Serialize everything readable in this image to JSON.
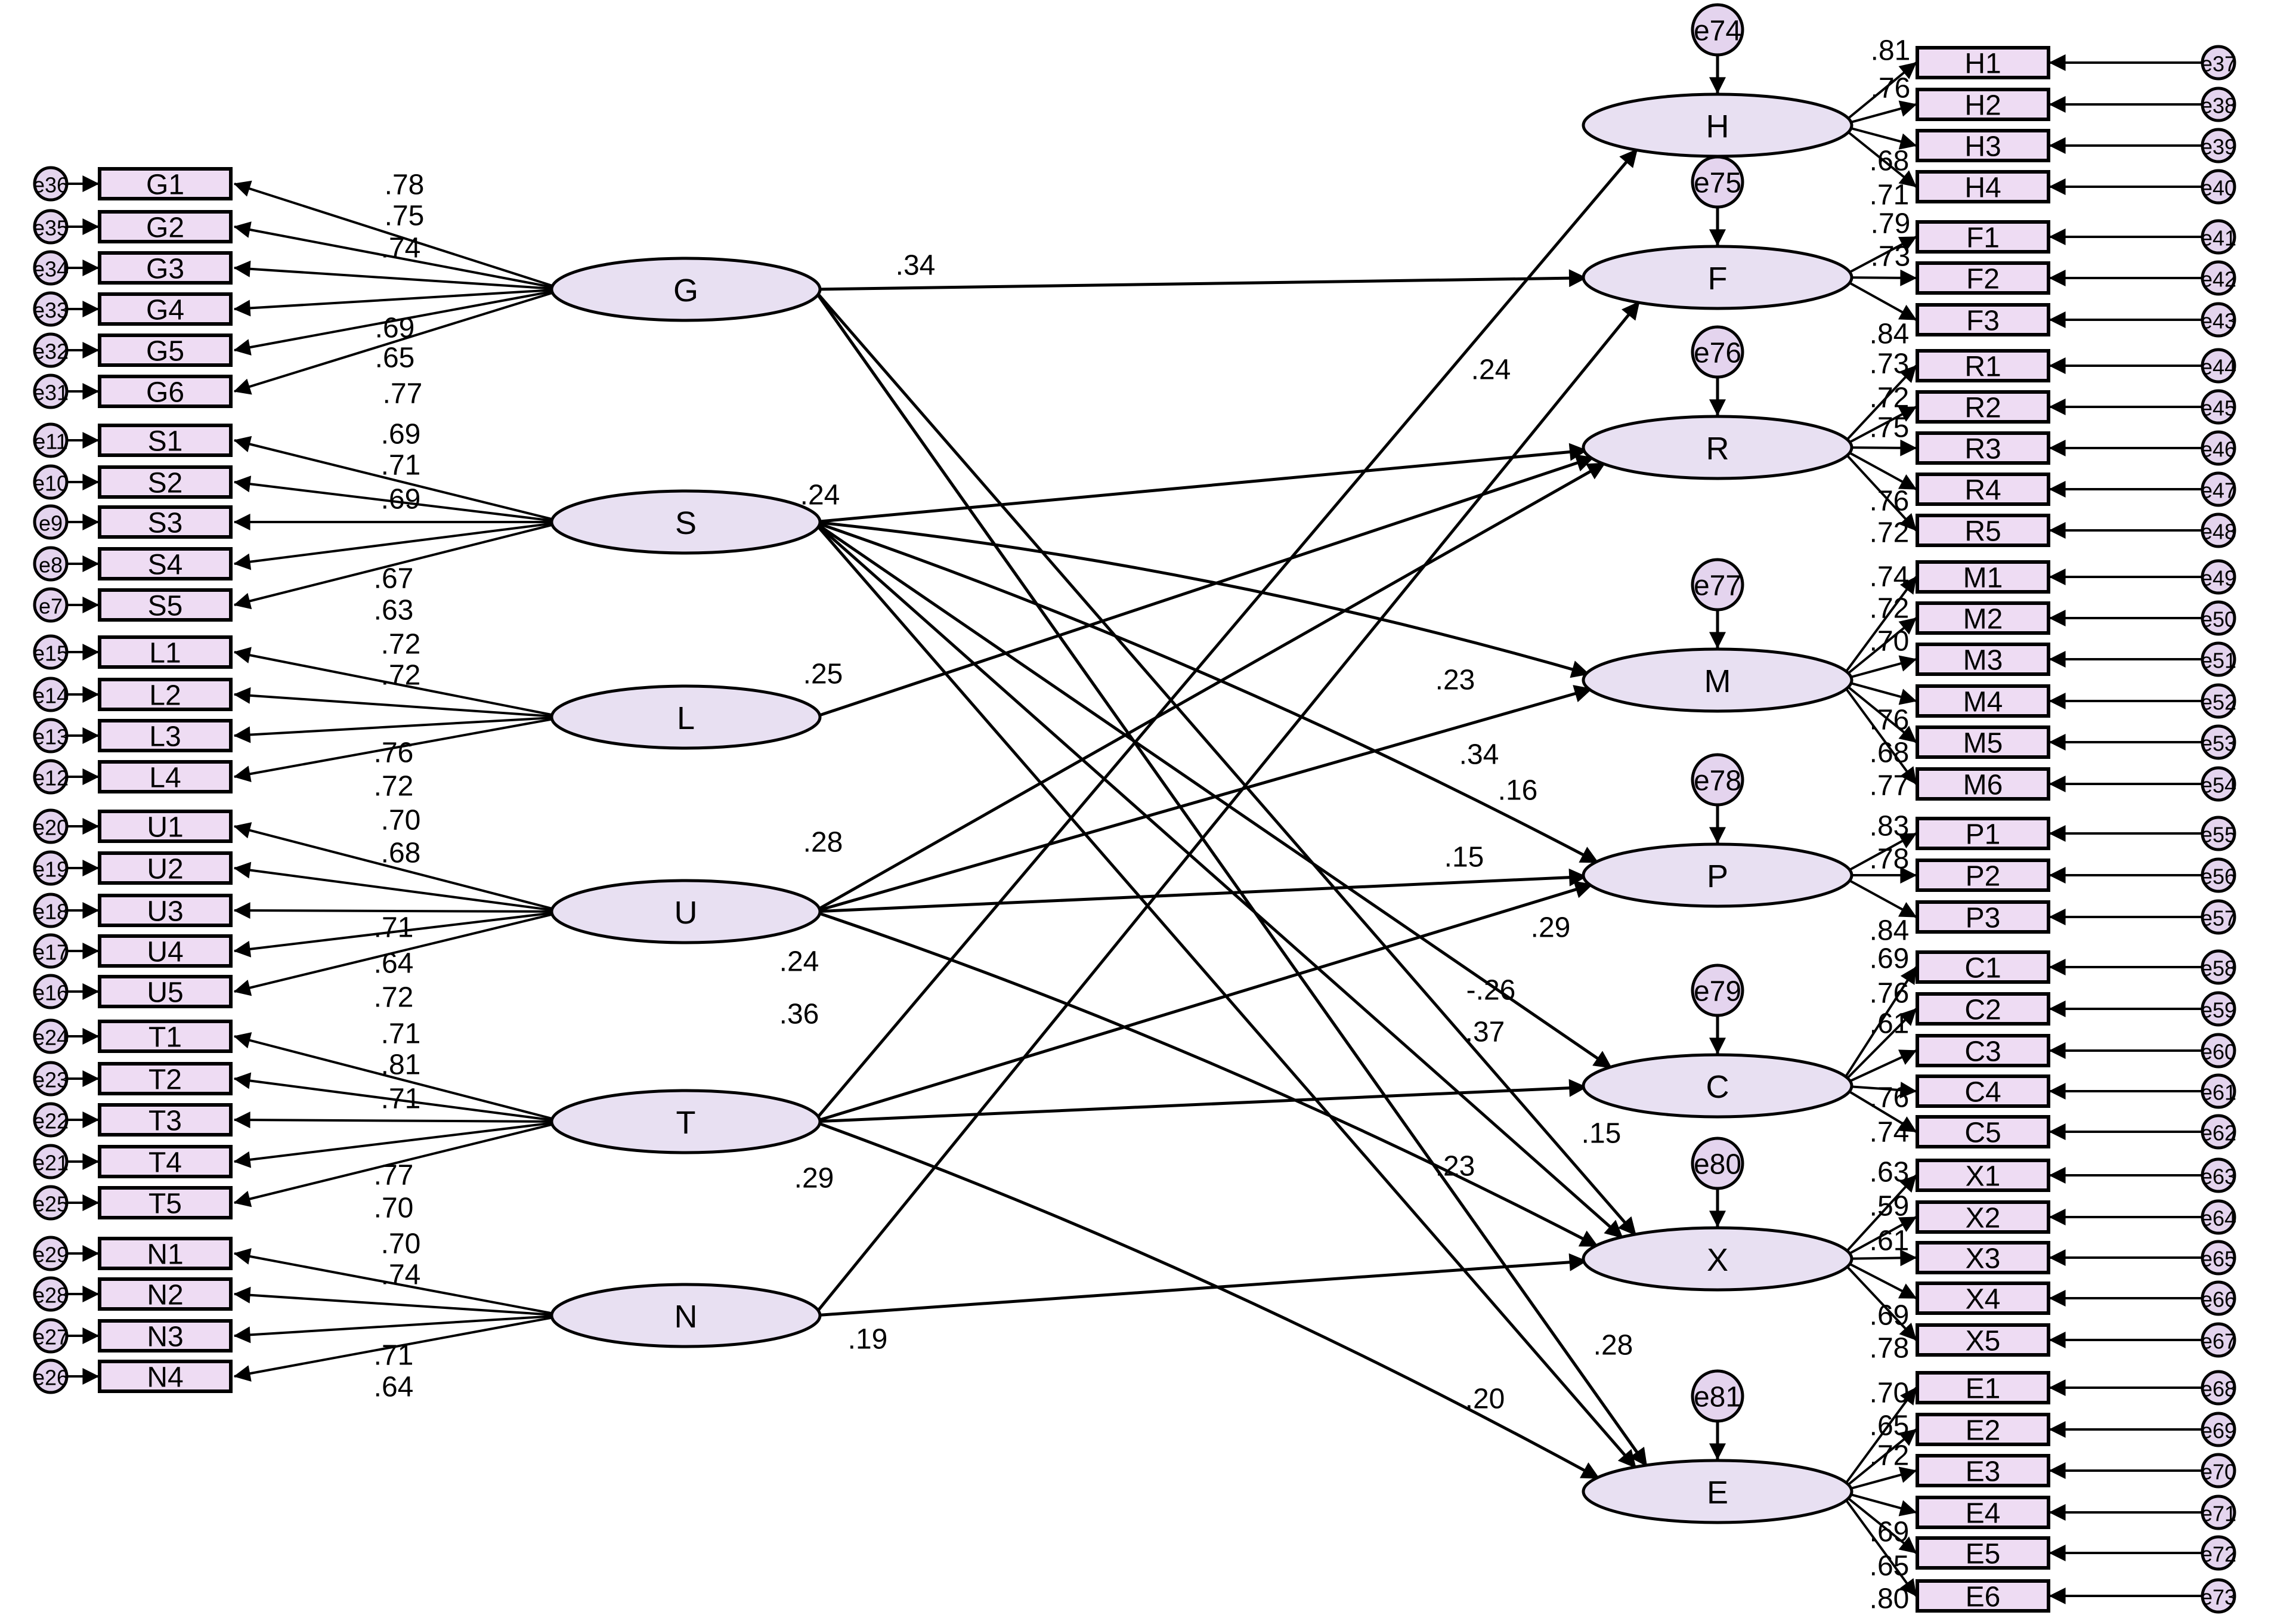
{
  "diagram": {
    "exogenous": [
      {
        "id": "G",
        "loadings": [
          ".78",
          ".75",
          ".74",
          "",
          ".69",
          ".65",
          ".77"
        ],
        "items": [
          {
            "name": "G1",
            "err": "e36"
          },
          {
            "name": "G2",
            "err": "e35"
          },
          {
            "name": "G3",
            "err": "e34"
          },
          {
            "name": "G4",
            "err": "e33"
          },
          {
            "name": "G5",
            "err": "e32"
          },
          {
            "name": "G6",
            "err": "e31"
          }
        ]
      },
      {
        "id": "S",
        "loadings": [
          ".69",
          ".71",
          ".69",
          "",
          ".67",
          ".63"
        ],
        "items": [
          {
            "name": "S1",
            "err": "e11"
          },
          {
            "name": "S2",
            "err": "e10"
          },
          {
            "name": "S3",
            "err": "e9"
          },
          {
            "name": "S4",
            "err": "e8"
          },
          {
            "name": "S5",
            "err": "e7"
          }
        ]
      },
      {
        "id": "L",
        "loadings": [
          ".72",
          ".72",
          "",
          ".76",
          ".72"
        ],
        "items": [
          {
            "name": "L1",
            "err": "e15"
          },
          {
            "name": "L2",
            "err": "e14"
          },
          {
            "name": "L3",
            "err": "e13"
          },
          {
            "name": "L4",
            "err": "e12"
          }
        ]
      },
      {
        "id": "U",
        "loadings": [
          ".70",
          ".68",
          "",
          ".71",
          ".64",
          ".72"
        ],
        "items": [
          {
            "name": "U1",
            "err": "e20"
          },
          {
            "name": "U2",
            "err": "e19"
          },
          {
            "name": "U3",
            "err": "e18"
          },
          {
            "name": "U4",
            "err": "e17"
          },
          {
            "name": "U5",
            "err": "e16"
          }
        ]
      },
      {
        "id": "T",
        "loadings": [
          ".71",
          ".81",
          ".71",
          "",
          ".77",
          ".70"
        ],
        "items": [
          {
            "name": "T1",
            "err": "e24"
          },
          {
            "name": "T2",
            "err": "e23"
          },
          {
            "name": "T3",
            "err": "e22"
          },
          {
            "name": "T4",
            "err": "e21"
          },
          {
            "name": "T5",
            "err": "e25"
          }
        ]
      },
      {
        "id": "N",
        "loadings": [
          ".70",
          ".74",
          "",
          ".71",
          ".64"
        ],
        "items": [
          {
            "name": "N1",
            "err": "e29"
          },
          {
            "name": "N2",
            "err": "e28"
          },
          {
            "name": "N3",
            "err": "e27"
          },
          {
            "name": "N4",
            "err": "e26"
          }
        ]
      }
    ],
    "endogenous": [
      {
        "id": "H",
        "disturbance": "e74",
        "loadings": [
          ".81",
          ".76",
          "",
          ".68",
          ".71"
        ],
        "items": [
          {
            "name": "H1",
            "err": "e37"
          },
          {
            "name": "H2",
            "err": "e38"
          },
          {
            "name": "H3",
            "err": "e39"
          },
          {
            "name": "H4",
            "err": "e40"
          }
        ]
      },
      {
        "id": "F",
        "disturbance": "e75",
        "loadings": [
          ".79",
          ".73",
          "",
          ".84"
        ],
        "items": [
          {
            "name": "F1",
            "err": "e41"
          },
          {
            "name": "F2",
            "err": "e42"
          },
          {
            "name": "F3",
            "err": "e43"
          }
        ]
      },
      {
        "id": "R",
        "disturbance": "e76",
        "loadings": [
          ".73",
          ".72",
          ".75",
          "",
          ".76",
          ".72"
        ],
        "items": [
          {
            "name": "R1",
            "err": "e44"
          },
          {
            "name": "R2",
            "err": "e45"
          },
          {
            "name": "R3",
            "err": "e46"
          },
          {
            "name": "R4",
            "err": "e47"
          },
          {
            "name": "R5",
            "err": "e48"
          }
        ]
      },
      {
        "id": "M",
        "disturbance": "e77",
        "loadings": [
          ".74",
          ".72",
          ".70",
          "",
          ".76",
          ".68",
          ".77"
        ],
        "items": [
          {
            "name": "M1",
            "err": "e49"
          },
          {
            "name": "M2",
            "err": "e50"
          },
          {
            "name": "M3",
            "err": "e51"
          },
          {
            "name": "M4",
            "err": "e52"
          },
          {
            "name": "M5",
            "err": "e53"
          },
          {
            "name": "M6",
            "err": "e54"
          }
        ]
      },
      {
        "id": "P",
        "disturbance": "e78",
        "loadings": [
          ".83",
          ".78",
          "",
          ".84"
        ],
        "items": [
          {
            "name": "P1",
            "err": "e55"
          },
          {
            "name": "P2",
            "err": "e56"
          },
          {
            "name": "P3",
            "err": "e57"
          }
        ]
      },
      {
        "id": "C",
        "disturbance": "e79",
        "loadings": [
          ".69",
          ".76",
          ".61",
          "",
          ".76",
          ".74"
        ],
        "items": [
          {
            "name": "C1",
            "err": "e58"
          },
          {
            "name": "C2",
            "err": "e59"
          },
          {
            "name": "C3",
            "err": "e60"
          },
          {
            "name": "C4",
            "err": "e61"
          },
          {
            "name": "C5",
            "err": "e62"
          }
        ]
      },
      {
        "id": "X",
        "disturbance": "e80",
        "loadings": [
          ".63",
          ".59",
          ".61",
          "",
          ".69",
          ".78"
        ],
        "items": [
          {
            "name": "X1",
            "err": "e63"
          },
          {
            "name": "X2",
            "err": "e64"
          },
          {
            "name": "X3",
            "err": "e65"
          },
          {
            "name": "X4",
            "err": "e66"
          },
          {
            "name": "X5",
            "err": "e67"
          }
        ]
      },
      {
        "id": "E",
        "disturbance": "e81",
        "loadings": [
          ".70",
          ".65",
          ".72",
          "",
          ".69",
          ".65",
          ".80"
        ],
        "items": [
          {
            "name": "E1",
            "err": "e68"
          },
          {
            "name": "E2",
            "err": "e69"
          },
          {
            "name": "E3",
            "err": "e70"
          },
          {
            "name": "E4",
            "err": "e71"
          },
          {
            "name": "E5",
            "err": "e72"
          },
          {
            "name": "E6",
            "err": "e73"
          }
        ]
      }
    ],
    "paths": [
      {
        "from": "G",
        "to": "F",
        "coef": ".34"
      },
      {
        "from": "G",
        "to": "X",
        "coef": ""
      },
      {
        "from": "G",
        "to": "E",
        "coef": ""
      },
      {
        "from": "G",
        "to": "E",
        "coef": ""
      },
      {
        "from": "S",
        "to": "R",
        "coef": ".24"
      },
      {
        "from": "S",
        "to": "M",
        "coef": ""
      },
      {
        "from": "S",
        "to": "P",
        "coef": ""
      },
      {
        "from": "S",
        "to": "C",
        "coef": ""
      },
      {
        "from": "S",
        "to": "X",
        "coef": ""
      },
      {
        "from": "S",
        "to": "E",
        "coef": ""
      },
      {
        "from": "L",
        "to": "R",
        "coef": ".25"
      },
      {
        "from": "U",
        "to": "R",
        "coef": ".28"
      },
      {
        "from": "U",
        "to": "M",
        "coef": ""
      },
      {
        "from": "U",
        "to": "P",
        "coef": ".15"
      },
      {
        "from": "U",
        "to": "X",
        "coef": ".24"
      },
      {
        "from": "T",
        "to": "H",
        "coef": ".36"
      },
      {
        "from": "T",
        "to": "P",
        "coef": ""
      },
      {
        "from": "T",
        "to": "C",
        "coef": ".37"
      },
      {
        "from": "T",
        "to": "E",
        "coef": ".29"
      },
      {
        "from": "N",
        "to": "F",
        "coef": ""
      },
      {
        "from": "N",
        "to": "X",
        "coef": ".19"
      }
    ],
    "floating_labels": [
      {
        "key": "f1",
        "text": ".24"
      },
      {
        "key": "f2",
        "text": ".23"
      },
      {
        "key": "f3",
        "text": ".34"
      },
      {
        "key": "f4",
        "text": ".16"
      },
      {
        "key": "f5",
        "text": ".29"
      },
      {
        "key": "f6",
        "text": "-.26"
      },
      {
        "key": "f7",
        "text": ".15"
      },
      {
        "key": "f8",
        "text": ".23"
      },
      {
        "key": "f9",
        "text": ".28"
      },
      {
        "key": "f10",
        "text": ".20"
      }
    ]
  }
}
